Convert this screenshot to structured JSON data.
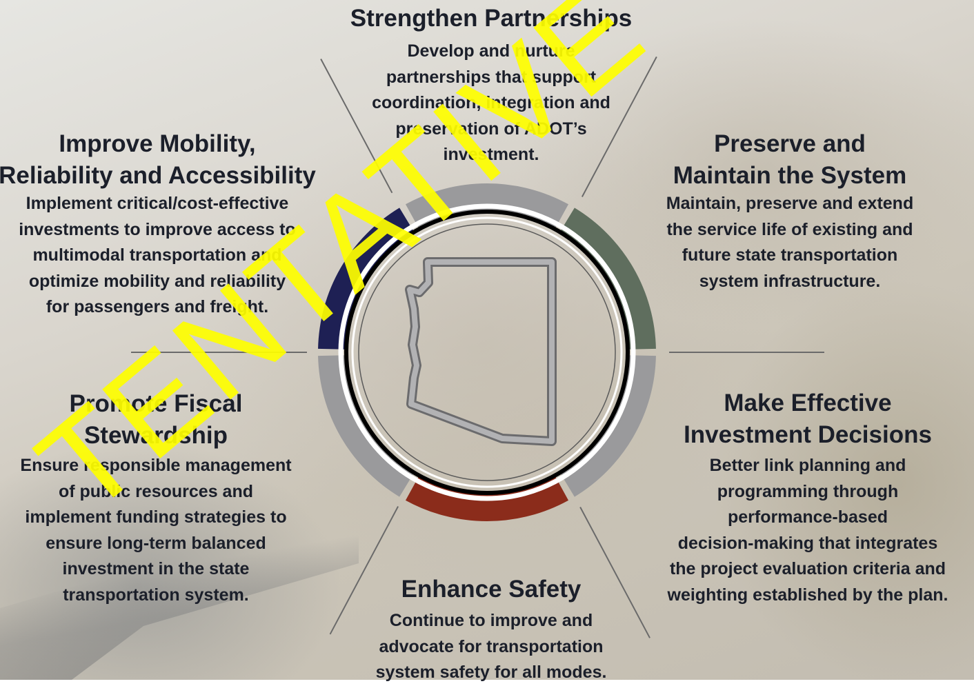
{
  "top": {
    "title": "Strengthen Partnerships",
    "body": "Develop and nurture\npartnerships that support\ncoordination, integration and\npreservation of ADOT’s\ninvestment."
  },
  "upper_left": {
    "title": "Improve Mobility,\nReliability and Accessibility",
    "body": "Implement critical/cost-effective\ninvestments to improve access to\nmultimodal transportation and\noptimize mobility and reliability\nfor passengers and freight."
  },
  "upper_right": {
    "title": "Preserve and\nMaintain the System",
    "body": "Maintain, preserve and extend\nthe service life of existing and\nfuture state transportation\nsystem infrastructure."
  },
  "lower_left": {
    "title": "Promote Fiscal\nStewardship",
    "body": "Ensure responsible management\nof public resources and\nimplement funding strategies to\nensure long-term balanced\ninvestment in the state\ntransportation system."
  },
  "lower_right": {
    "title": "Make Effective\nInvestment Decisions",
    "body": "Better link planning and\nprogramming through\nperformance-based\ndecision-making that integrates\nthe project evaluation criteria and\nweighting established by the plan."
  },
  "bottom": {
    "title": "Enhance Safety",
    "body": "Continue to improve and\nadvocate for transportation\nsystem safety for all modes."
  },
  "watermark": "TENTATIVE",
  "colors": {
    "segment_mobility": "#1e2054",
    "segment_preserve": "#5f6e5e",
    "segment_safety": "#8b2c1b",
    "segment_neutral": "#9a9a9c",
    "ring_outline": "#000000",
    "state_outline": "#a9a9ab",
    "watermark": "#ffff00"
  },
  "icons": {
    "center": "arizona-state-outline-icon"
  }
}
